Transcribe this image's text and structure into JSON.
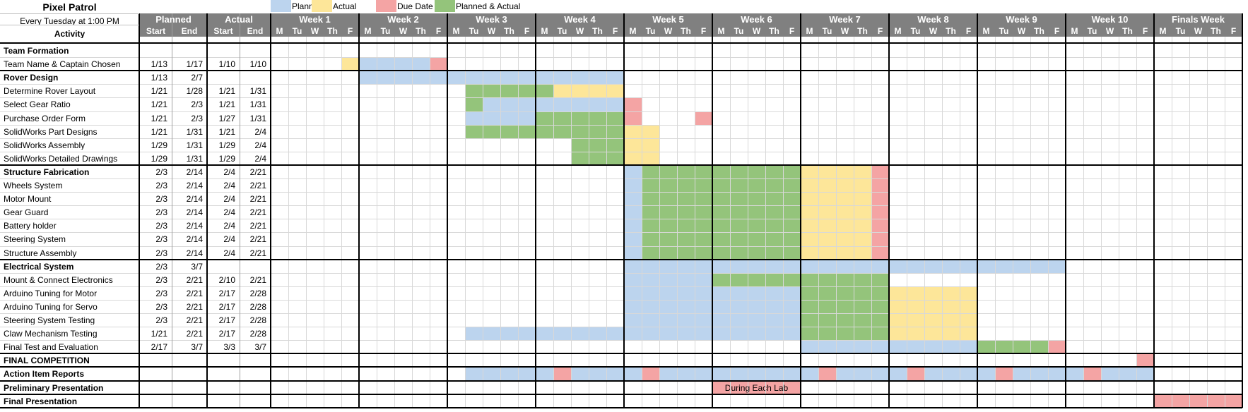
{
  "title": "Pixel Patrol",
  "meeting": "Every Tuesday at 1:00 PM",
  "activity_header": "Activity",
  "planned_header": "Planned",
  "actual_header": "Actual",
  "start_label": "Start",
  "end_label": "End",
  "legend": [
    {
      "label": "Planned",
      "color": "#bcd4ee"
    },
    {
      "label": "Actual",
      "color": "#fde699"
    },
    {
      "label": "Due Date",
      "color": "#f4a4a4"
    },
    {
      "label": "Planned & Actual",
      "color": "#94c47b"
    }
  ],
  "colors": {
    "planned": "#bcd4ee",
    "actual": "#fde699",
    "due": "#f4a4a4",
    "both": "#94c47b"
  },
  "weeks": [
    "Week 1",
    "Week 2",
    "Week 3",
    "Week 4",
    "Week 5",
    "Week 6",
    "Week 7",
    "Week 8",
    "Week 9",
    "Week 10",
    "Finals Week"
  ],
  "days": [
    "M",
    "Tu",
    "W",
    "Th",
    "F"
  ],
  "rows": [
    {
      "activity": "Team Formation",
      "bold": true,
      "ps": "",
      "pe": "",
      "as": "",
      "ae": "",
      "bars": []
    },
    {
      "activity": "Team Name & Captain Chosen",
      "bold": false,
      "ps": "1/13",
      "pe": "1/17",
      "as": "1/10",
      "ae": "1/10",
      "bars": [
        {
          "s": 4,
          "e": 4,
          "t": "actual"
        },
        {
          "s": 5,
          "e": 8,
          "t": "planned"
        },
        {
          "s": 9,
          "e": 9,
          "t": "due"
        }
      ]
    },
    {
      "activity": "Rover Design",
      "bold": true,
      "ps": "1/13",
      "pe": "2/7",
      "as": "",
      "ae": "",
      "bars": [
        {
          "s": 5,
          "e": 19,
          "t": "planned"
        }
      ]
    },
    {
      "activity": "Determine Rover Layout",
      "bold": false,
      "ps": "1/21",
      "pe": "1/28",
      "as": "1/21",
      "ae": "1/31",
      "bars": [
        {
          "s": 11,
          "e": 15,
          "t": "both"
        },
        {
          "s": 16,
          "e": 19,
          "t": "actual"
        }
      ]
    },
    {
      "activity": "Select Gear Ratio",
      "bold": false,
      "ps": "1/21",
      "pe": "2/3",
      "as": "1/21",
      "ae": "1/31",
      "bars": [
        {
          "s": 11,
          "e": 11,
          "t": "both"
        },
        {
          "s": 12,
          "e": 19,
          "t": "planned"
        },
        {
          "s": 20,
          "e": 20,
          "t": "due"
        }
      ]
    },
    {
      "activity": "Purchase Order Form",
      "bold": false,
      "ps": "1/21",
      "pe": "2/3",
      "as": "1/27",
      "ae": "1/31",
      "bars": [
        {
          "s": 11,
          "e": 14,
          "t": "planned"
        },
        {
          "s": 15,
          "e": 19,
          "t": "both"
        },
        {
          "s": 20,
          "e": 20,
          "t": "due"
        },
        {
          "s": 24,
          "e": 24,
          "t": "due"
        }
      ]
    },
    {
      "activity": "SolidWorks Part Designs",
      "bold": false,
      "ps": "1/21",
      "pe": "1/31",
      "as": "1/21",
      "ae": "2/4",
      "bars": [
        {
          "s": 11,
          "e": 19,
          "t": "both"
        },
        {
          "s": 20,
          "e": 21,
          "t": "actual"
        }
      ]
    },
    {
      "activity": "SolidWorks Assembly",
      "bold": false,
      "ps": "1/29",
      "pe": "1/31",
      "as": "1/29",
      "ae": "2/4",
      "bars": [
        {
          "s": 17,
          "e": 19,
          "t": "both"
        },
        {
          "s": 20,
          "e": 21,
          "t": "actual"
        }
      ]
    },
    {
      "activity": "SolidWorks Detailed Drawings",
      "bold": false,
      "ps": "1/29",
      "pe": "1/31",
      "as": "1/29",
      "ae": "2/4",
      "bars": [
        {
          "s": 17,
          "e": 19,
          "t": "both"
        },
        {
          "s": 20,
          "e": 21,
          "t": "actual"
        }
      ]
    },
    {
      "activity": "Structure Fabrication",
      "bold": true,
      "ps": "2/3",
      "pe": "2/14",
      "as": "2/4",
      "ae": "2/21",
      "bars": [
        {
          "s": 20,
          "e": 20,
          "t": "planned"
        },
        {
          "s": 21,
          "e": 29,
          "t": "both"
        },
        {
          "s": 30,
          "e": 33,
          "t": "actual"
        },
        {
          "s": 34,
          "e": 34,
          "t": "due"
        }
      ]
    },
    {
      "activity": "Wheels System",
      "bold": false,
      "ps": "2/3",
      "pe": "2/14",
      "as": "2/4",
      "ae": "2/21",
      "bars": [
        {
          "s": 20,
          "e": 20,
          "t": "planned"
        },
        {
          "s": 21,
          "e": 29,
          "t": "both"
        },
        {
          "s": 30,
          "e": 33,
          "t": "actual"
        },
        {
          "s": 34,
          "e": 34,
          "t": "due"
        }
      ]
    },
    {
      "activity": "Motor Mount",
      "bold": false,
      "ps": "2/3",
      "pe": "2/14",
      "as": "2/4",
      "ae": "2/21",
      "bars": [
        {
          "s": 20,
          "e": 20,
          "t": "planned"
        },
        {
          "s": 21,
          "e": 29,
          "t": "both"
        },
        {
          "s": 30,
          "e": 33,
          "t": "actual"
        },
        {
          "s": 34,
          "e": 34,
          "t": "due"
        }
      ]
    },
    {
      "activity": "Gear Guard",
      "bold": false,
      "ps": "2/3",
      "pe": "2/14",
      "as": "2/4",
      "ae": "2/21",
      "bars": [
        {
          "s": 20,
          "e": 20,
          "t": "planned"
        },
        {
          "s": 21,
          "e": 29,
          "t": "both"
        },
        {
          "s": 30,
          "e": 33,
          "t": "actual"
        },
        {
          "s": 34,
          "e": 34,
          "t": "due"
        }
      ]
    },
    {
      "activity": "Battery holder",
      "bold": false,
      "ps": "2/3",
      "pe": "2/14",
      "as": "2/4",
      "ae": "2/21",
      "bars": [
        {
          "s": 20,
          "e": 20,
          "t": "planned"
        },
        {
          "s": 21,
          "e": 29,
          "t": "both"
        },
        {
          "s": 30,
          "e": 33,
          "t": "actual"
        },
        {
          "s": 34,
          "e": 34,
          "t": "due"
        }
      ]
    },
    {
      "activity": "Steering System",
      "bold": false,
      "ps": "2/3",
      "pe": "2/14",
      "as": "2/4",
      "ae": "2/21",
      "bars": [
        {
          "s": 20,
          "e": 20,
          "t": "planned"
        },
        {
          "s": 21,
          "e": 29,
          "t": "both"
        },
        {
          "s": 30,
          "e": 33,
          "t": "actual"
        },
        {
          "s": 34,
          "e": 34,
          "t": "due"
        }
      ]
    },
    {
      "activity": "Structure Assembly",
      "bold": false,
      "ps": "2/3",
      "pe": "2/14",
      "as": "2/4",
      "ae": "2/21",
      "bars": [
        {
          "s": 20,
          "e": 20,
          "t": "planned"
        },
        {
          "s": 21,
          "e": 29,
          "t": "both"
        },
        {
          "s": 30,
          "e": 33,
          "t": "actual"
        },
        {
          "s": 34,
          "e": 34,
          "t": "due"
        }
      ]
    },
    {
      "activity": "Electrical System",
      "bold": true,
      "ps": "2/3",
      "pe": "3/7",
      "as": "",
      "ae": "",
      "bars": [
        {
          "s": 20,
          "e": 44,
          "t": "planned"
        }
      ]
    },
    {
      "activity": "Mount & Connect Electronics",
      "bold": false,
      "ps": "2/3",
      "pe": "2/21",
      "as": "2/10",
      "ae": "2/21",
      "bars": [
        {
          "s": 20,
          "e": 24,
          "t": "planned"
        },
        {
          "s": 25,
          "e": 34,
          "t": "both"
        }
      ]
    },
    {
      "activity": "Arduino Tuning for Motor",
      "bold": false,
      "ps": "2/3",
      "pe": "2/21",
      "as": "2/17",
      "ae": "2/28",
      "bars": [
        {
          "s": 20,
          "e": 29,
          "t": "planned"
        },
        {
          "s": 30,
          "e": 34,
          "t": "both"
        },
        {
          "s": 35,
          "e": 39,
          "t": "actual"
        }
      ]
    },
    {
      "activity": "Arduino Tuning for Servo",
      "bold": false,
      "ps": "2/3",
      "pe": "2/21",
      "as": "2/17",
      "ae": "2/28",
      "bars": [
        {
          "s": 20,
          "e": 29,
          "t": "planned"
        },
        {
          "s": 30,
          "e": 34,
          "t": "both"
        },
        {
          "s": 35,
          "e": 39,
          "t": "actual"
        }
      ]
    },
    {
      "activity": "Steering System Testing",
      "bold": false,
      "ps": "2/3",
      "pe": "2/21",
      "as": "2/17",
      "ae": "2/28",
      "bars": [
        {
          "s": 20,
          "e": 29,
          "t": "planned"
        },
        {
          "s": 30,
          "e": 34,
          "t": "both"
        },
        {
          "s": 35,
          "e": 39,
          "t": "actual"
        }
      ]
    },
    {
      "activity": "Claw Mechanism Testing",
      "bold": false,
      "ps": "1/21",
      "pe": "2/21",
      "as": "2/17",
      "ae": "2/28",
      "bars": [
        {
          "s": 11,
          "e": 29,
          "t": "planned"
        },
        {
          "s": 30,
          "e": 34,
          "t": "both"
        },
        {
          "s": 35,
          "e": 39,
          "t": "actual"
        }
      ]
    },
    {
      "activity": "Final Test and Evaluation",
      "bold": false,
      "ps": "2/17",
      "pe": "3/7",
      "as": "3/3",
      "ae": "3/7",
      "bars": [
        {
          "s": 30,
          "e": 39,
          "t": "planned"
        },
        {
          "s": 40,
          "e": 43,
          "t": "both"
        },
        {
          "s": 44,
          "e": 44,
          "t": "due"
        }
      ]
    },
    {
      "activity": "FINAL COMPETITION",
      "bold": true,
      "ps": "",
      "pe": "",
      "as": "",
      "ae": "",
      "bars": [
        {
          "s": 49,
          "e": 49,
          "t": "due"
        }
      ]
    },
    {
      "activity": "Action Item Reports",
      "bold": true,
      "ps": "",
      "pe": "",
      "as": "",
      "ae": "",
      "bars": [
        {
          "s": 11,
          "e": 49,
          "t": "planned"
        },
        {
          "s": 16,
          "e": 16,
          "t": "due"
        },
        {
          "s": 21,
          "e": 21,
          "t": "due"
        },
        {
          "s": 31,
          "e": 31,
          "t": "due"
        },
        {
          "s": 36,
          "e": 36,
          "t": "due"
        },
        {
          "s": 41,
          "e": 41,
          "t": "due"
        },
        {
          "s": 46,
          "e": 46,
          "t": "due"
        }
      ]
    },
    {
      "activity": "Preliminary Presentation",
      "bold": true,
      "ps": "",
      "pe": "",
      "as": "",
      "ae": "",
      "bars": [
        {
          "s": 25,
          "e": 29,
          "t": "due",
          "label": "During Each Lab"
        }
      ]
    },
    {
      "activity": "Final Presentation",
      "bold": true,
      "ps": "",
      "pe": "",
      "as": "",
      "ae": "",
      "bars": [
        {
          "s": 50,
          "e": 54,
          "t": "due"
        }
      ]
    }
  ]
}
